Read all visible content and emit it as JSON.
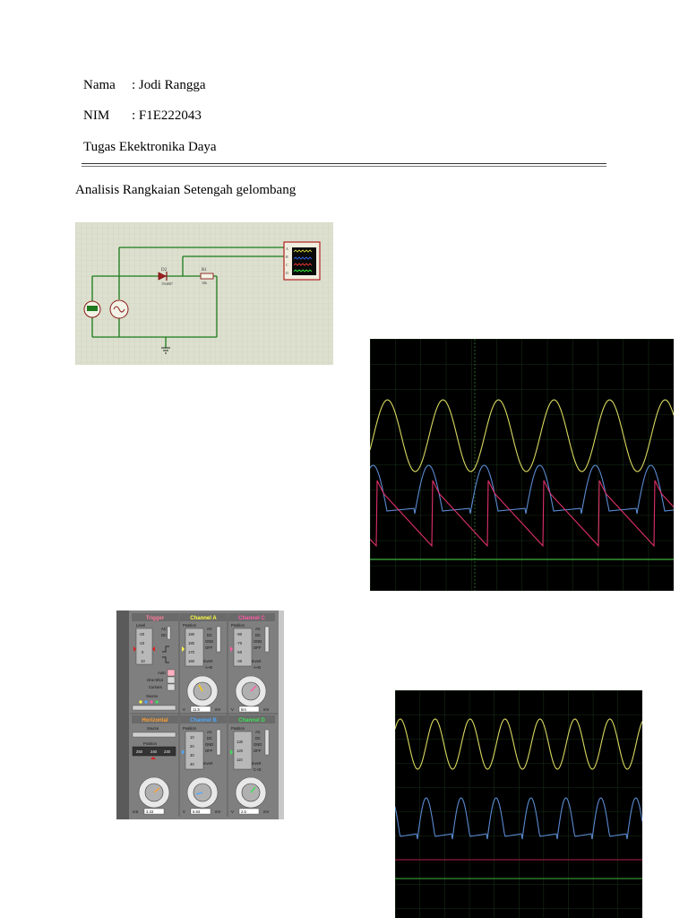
{
  "header": {
    "name_label": "Nama",
    "name_value": ": Jodi Rangga",
    "nim_label": "NIM",
    "nim_value": ": F1E222043",
    "course": "Tugas Ekektronika Daya"
  },
  "section_title": "Analisis Rangkaian Setengah gelombang",
  "circuit": {
    "diode_label": "D2",
    "diode_part": "1N4007",
    "resistor_label": "R1",
    "resistor_value": "10k",
    "scope_pins": [
      "A",
      "B",
      "C",
      "D"
    ]
  },
  "oscilloscope_panel": {
    "trigger_title": "Trigger",
    "channel_a_title": "Channel A",
    "channel_b_title": "Channel B",
    "channel_c_title": "Channel C",
    "channel_d_title": "Channel D",
    "horizontal_title": "Horizontal",
    "level_label": "Level",
    "position_label": "Position",
    "source_label": "Source",
    "auto_label": "Auto",
    "one_shot_label": "One-Shot",
    "cursors_label": "Cursors",
    "ac_label": "AC",
    "dc_label": "DC",
    "gnd_label": "GND",
    "off_label": "OFF",
    "invert_label": "Invert",
    "a_plus_b_label": "A+B",
    "c_plus_d_label": "C+D",
    "trigger_scale": [
      "-20",
      "-10",
      "0",
      "10"
    ],
    "channel_a_scale": [
      "190",
      "180",
      "170",
      "160"
    ],
    "channel_c_scale": [
      "-90",
      "-70",
      "-50",
      "-30"
    ],
    "channel_b_scale": [
      "10",
      "20",
      "30",
      "40"
    ],
    "channel_d_scale": [
      "130",
      "120",
      "110"
    ],
    "horizontal_scale": [
      "250",
      "240",
      "230"
    ],
    "channel_a_value": "11.5",
    "channel_a_unit": "mV",
    "channel_c_value": "5m",
    "channel_c_unit": "mV",
    "horizontal_value": "3.33",
    "horizontal_unit": "mS",
    "channel_b_value": "6.93",
    "channel_b_unit": "mV",
    "channel_d_value": "2.5",
    "channel_d_unit": "mV",
    "v_label": "V",
    "colors": {
      "panel_bg": "#8c8c8c",
      "channel_a": "#ffff44",
      "channel_b": "#4fa9ff",
      "channel_c": "#ff5aa8",
      "channel_d": "#3ee05a",
      "horizontal": "#ffa030",
      "trigger": "#ff7a9a"
    }
  },
  "scope_display_colors": {
    "background": "#000000",
    "grid": "#1f3a1f",
    "channel_a": "#d8d860",
    "channel_b": "#5a8ad0",
    "channel_c": "#e0306a",
    "channel_d": "#3fb23f"
  }
}
